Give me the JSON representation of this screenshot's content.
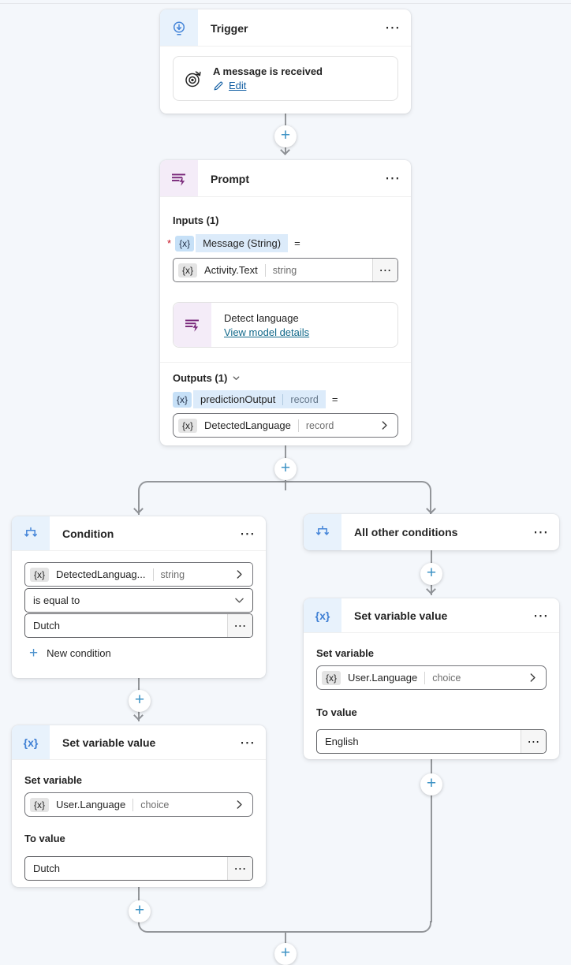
{
  "colors": {
    "accent_blue": "#4686D9",
    "accent_purple": "#79287A",
    "plus_blue": "#3E93C5",
    "link_blue": "#115EA3",
    "link_teal": "#11698A",
    "connector_gray": "#93969A"
  },
  "icons": {
    "more": "⋯",
    "plus": "+",
    "fx": "{x}",
    "required": "*"
  },
  "trigger": {
    "title": "Trigger",
    "item": {
      "title": "A message is received",
      "edit_label": "Edit"
    }
  },
  "prompt": {
    "title": "Prompt",
    "inputs_label": "Inputs (1)",
    "input_token": {
      "fx": "{x}",
      "name": "Message (String)",
      "equals": "="
    },
    "input_field": {
      "fx": "{x}",
      "name": "Activity.Text",
      "type": "string"
    },
    "model": {
      "name": "Detect language",
      "link": "View model details"
    },
    "outputs_label": "Outputs (1)",
    "output_token": {
      "fx": "{x}",
      "name": "predictionOutput",
      "type": "record",
      "equals": "="
    },
    "output_field": {
      "fx": "{x}",
      "name": "DetectedLanguage",
      "type": "record"
    }
  },
  "condition": {
    "title": "Condition",
    "field": {
      "fx": "{x}",
      "name": "DetectedLanguag...",
      "type": "string"
    },
    "operator": "is equal to",
    "value": "Dutch",
    "new_condition": "New condition"
  },
  "all_other": {
    "title": "All other conditions"
  },
  "set_variable_left": {
    "title": "Set variable value",
    "set_variable_label": "Set variable",
    "variable": {
      "fx": "{x}",
      "name": "User.Language",
      "type": "choice"
    },
    "to_value_label": "To value",
    "value": "Dutch"
  },
  "set_variable_right": {
    "title": "Set variable value",
    "set_variable_label": "Set variable",
    "variable": {
      "fx": "{x}",
      "name": "User.Language",
      "type": "choice"
    },
    "to_value_label": "To value",
    "value": "English"
  }
}
